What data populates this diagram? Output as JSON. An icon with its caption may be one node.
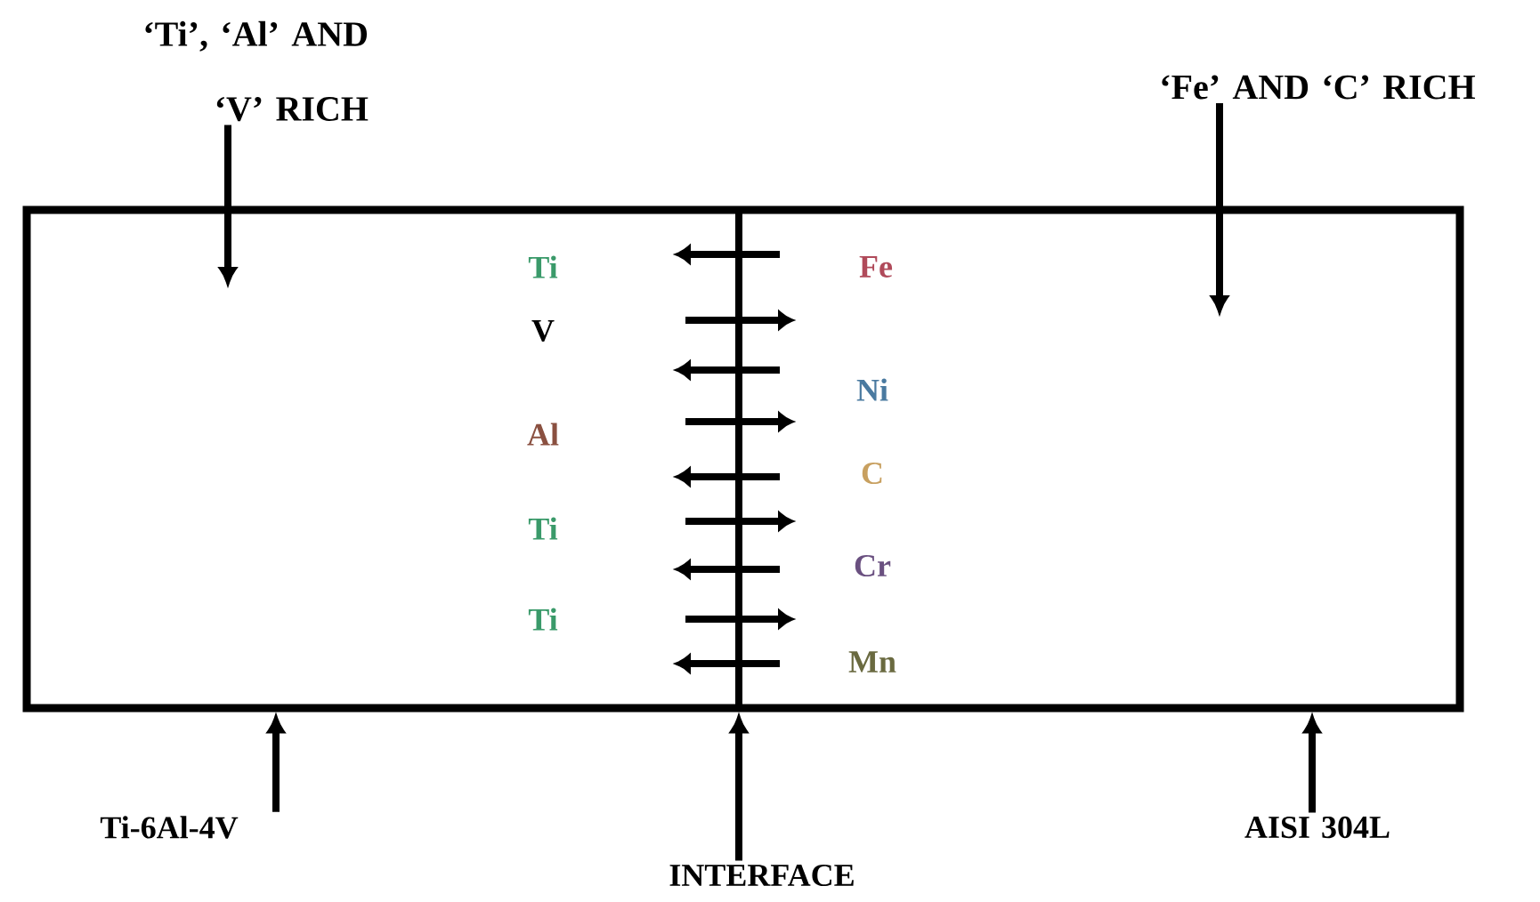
{
  "diagram": {
    "nodes": [
      {
        "text": [
          "‘Ti’, ‘Al’ AND ‘V’ RICH"
        ]
      },
      {
        "text": [
          "‘Fe’ AND ‘C’ RICH"
        ]
      },
      {
        "text": [
          "Ti-6Al-4V"
        ]
      },
      {
        "text": [
          "AISI 304L"
        ]
      },
      {
        "text": [
          "INTERFACE"
        ]
      },
      {
        "text": [],
        "shape": "box"
      },
      {
        "text": [],
        "shape": "bar",
        "in": 5
      }
    ],
    "edges": [
      {
        "from": 0,
        "to": null,
        "arrow": "to"
      },
      {
        "from": 1,
        "to": null,
        "arrow": "to"
      },
      {
        "from": 2,
        "to": 5,
        "arrow": "to"
      },
      {
        "from": 3,
        "to": 5,
        "arrow": "to"
      },
      {
        "from": 4,
        "to": 6,
        "arrow": "to"
      }
    ],
    "labels": [
      "Ti",
      "Fe",
      "V",
      "Ni",
      "Al",
      "C",
      "Ti",
      "Cr",
      "Ti",
      "Mn"
    ]
  }
}
